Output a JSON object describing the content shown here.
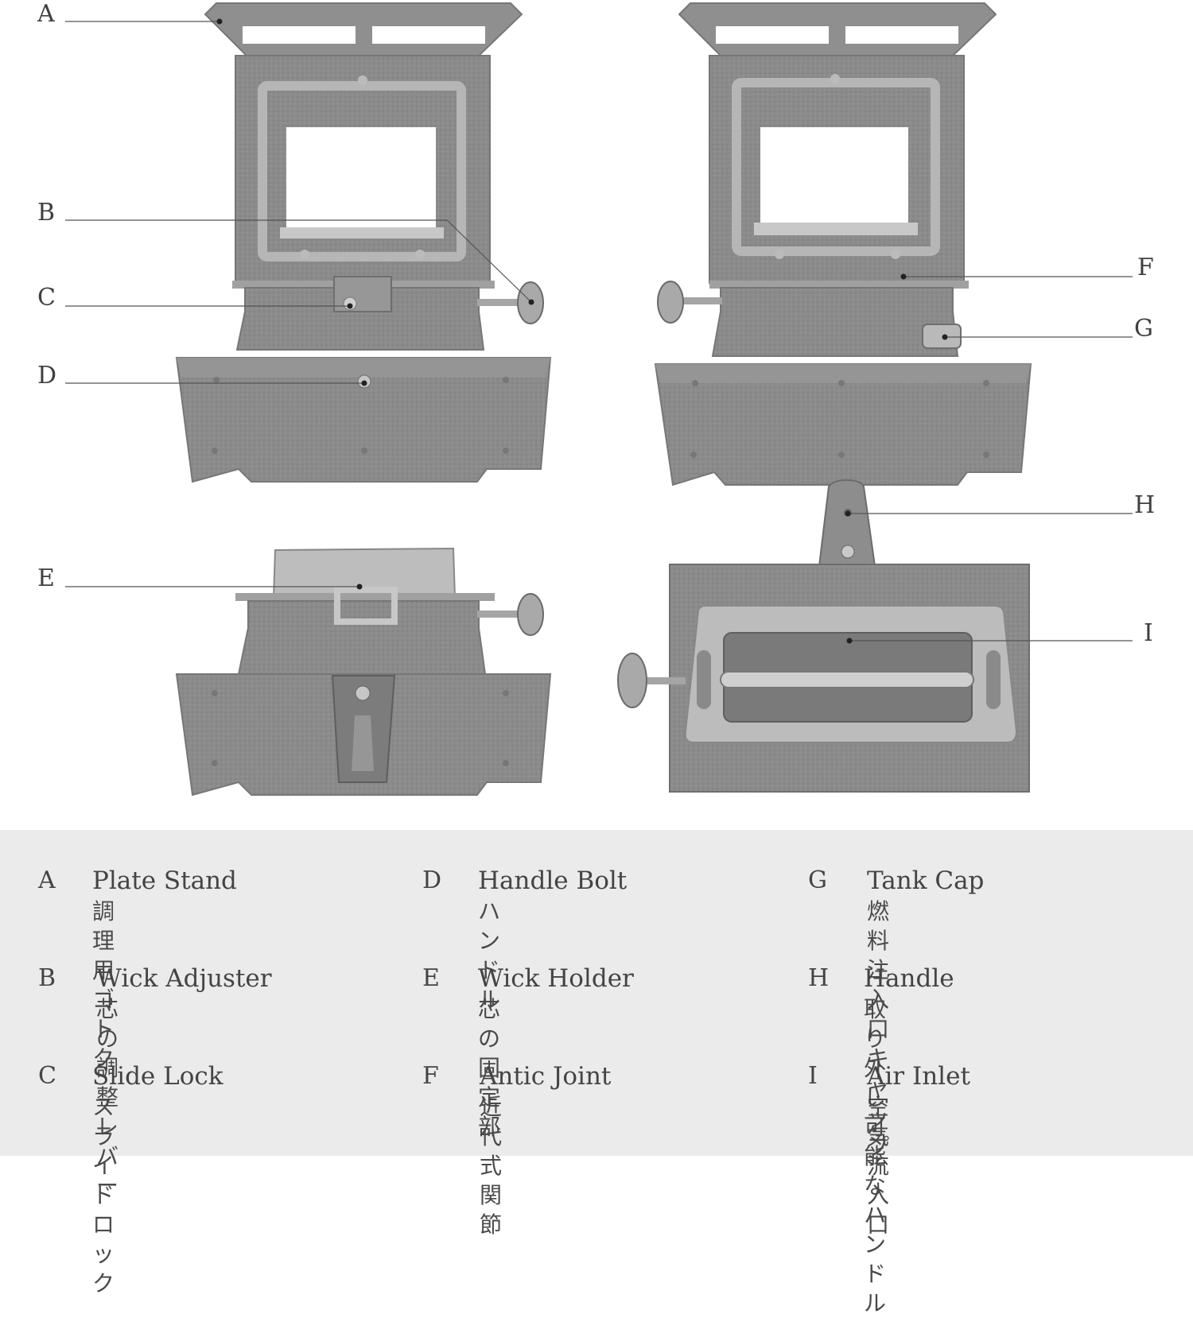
{
  "callouts": {
    "a": "A",
    "b": "B",
    "c": "C",
    "d": "D",
    "e": "E",
    "f": "F",
    "g": "G",
    "h": "H",
    "i": "I"
  },
  "legend": [
    {
      "letter": "A",
      "en": "Plate Stand",
      "jp": "調理用 ゴトク"
    },
    {
      "letter": "D",
      "en": "Handle Bolt",
      "jp": "ハンドル"
    },
    {
      "letter": "G",
      "en": "Tank Cap",
      "jp": "燃料 注入口キャップ"
    },
    {
      "letter": "B",
      "en": "Wick Adjuster",
      "jp": "芯の調整 レバー"
    },
    {
      "letter": "E",
      "en": "Wick Holder",
      "jp": "芯の 固定部"
    },
    {
      "letter": "H",
      "en": "Handle",
      "jp": "取り外し 可能な\nハンドル"
    },
    {
      "letter": "C",
      "en": "Slide Lock",
      "jp": "スライド ロック"
    },
    {
      "letter": "F",
      "en": "Antic Joint",
      "jp": "近代式 関節"
    },
    {
      "letter": "I",
      "en": "Air Inlet",
      "jp": "空気 流入口"
    }
  ],
  "colors": {
    "metal": "#8a8a8a",
    "metal_dark": "#6e6e6e",
    "metal_light": "#b5b5b5",
    "legend_bg": "#ebebeb",
    "text": "#444444"
  }
}
